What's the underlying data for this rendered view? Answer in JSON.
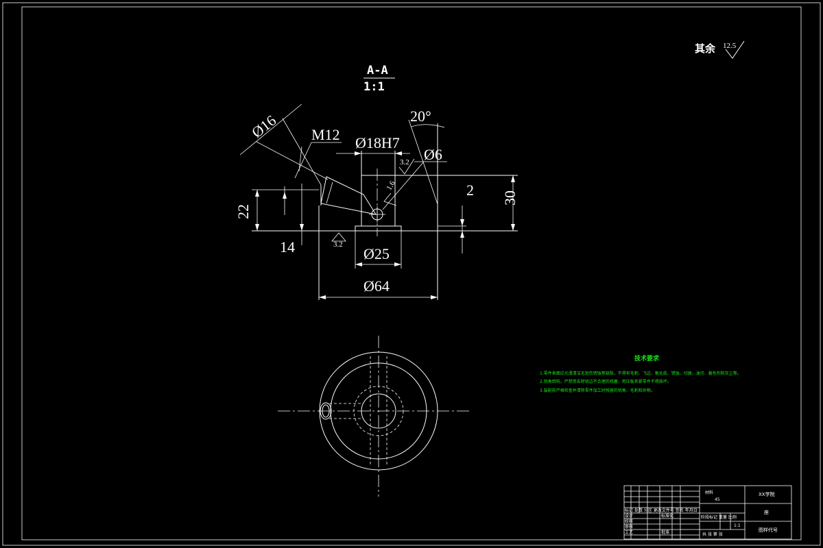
{
  "section": {
    "title": "A-A",
    "scale": "1:1"
  },
  "dimensions": {
    "d16": "Ø16",
    "m12": "M12",
    "d18h7": "Ø18H7",
    "angle": "20°",
    "d6": "Ø6",
    "h22": "22",
    "h30": "30",
    "t2": "2",
    "l14": "14",
    "d25": "Ø25",
    "d64": "Ø64"
  },
  "roughness": {
    "general_label": "其余",
    "general_value": "12.5",
    "r1": "3.2",
    "r2": "1.6",
    "r3": "3.2"
  },
  "technical_requirements": {
    "title": "技术要求",
    "items": [
      "1.零件表面应光滑清洁无划伤锈蚀等缺陷，不得有毛刺、飞边、氧化皮、锈蚀、切屑、油污、着色剂和灰尘等。",
      "2.锐角倒钝，严禁用去除锐边不合理的修磨，用压板夹紧零件不得损坏。",
      "3.装配前严格检查并清除零件加工时残留的锐角、毛刺和异物。"
    ]
  },
  "title_block": {
    "school": "XX学院",
    "part_name": "座",
    "drawing_number": "图样代号",
    "material_label": "材料",
    "material": "45",
    "scale": "1:1",
    "rows": [
      "设计",
      "校核",
      "审核",
      "工艺"
    ],
    "header": [
      "标记",
      "处数",
      "分区",
      "更改文件号",
      "签名",
      "年月日"
    ],
    "mid": [
      "阶段标记",
      "重量",
      "比例"
    ],
    "bottom": [
      "共",
      "张",
      "第",
      "张"
    ],
    "approve": "批准",
    "std": "标准化"
  }
}
